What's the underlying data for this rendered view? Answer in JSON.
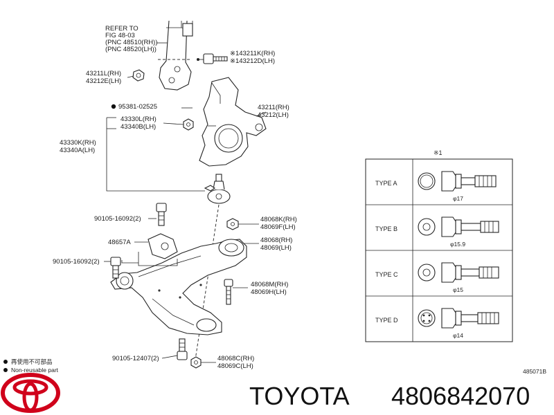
{
  "labels": {
    "refer_1": "REFER TO",
    "refer_2": "FIG 48-03",
    "refer_3": "(PNC 48510(RH))",
    "refer_4": "(PNC 48520(LH))",
    "bolt_rh": "※143211K(RH)",
    "bolt_lh": "※143212D(LH)",
    "nut_rh": "43211L(RH)",
    "nut_lh": "43212E(LH)",
    "pin": "95381-02525",
    "knuckle_rh": "43211(RH)",
    "knuckle_lh": "43212(LH)",
    "nut2_rh": "43330L(RH)",
    "nut2_lh": "43340B(LH)",
    "joint_rh": "43330K(RH)",
    "joint_lh": "43340A(LH)",
    "bolt1": "90105-16092(2)",
    "bracket": "48657A",
    "bolt2": "90105-16092(2)",
    "bolt3": "90105-12407(2)",
    "nut3_rh": "48068K(RH)",
    "nut3_lh": "48069F(LH)",
    "arm_rh": "48068(RH)",
    "arm_lh": "48069(LH)",
    "bolt4_rh": "48068M(RH)",
    "bolt4_lh": "48069H(LH)",
    "nut4_rh": "48068C(RH)",
    "nut4_lh": "48069C(LH)"
  },
  "table": {
    "title": "※1",
    "rows": [
      {
        "type": "TYPE A",
        "size": "φ17"
      },
      {
        "type": "TYPE B",
        "size": "φ15.9"
      },
      {
        "type": "TYPE C",
        "size": "φ15"
      },
      {
        "type": "TYPE D",
        "size": "φ14"
      }
    ]
  },
  "legend": {
    "line1": "再使用不可部品",
    "line2": "Non-reusable part"
  },
  "figure_id": "485071B",
  "brand": {
    "name": "TOYOTA",
    "part_number": "4806842070",
    "logo_color": "#d0021b"
  }
}
